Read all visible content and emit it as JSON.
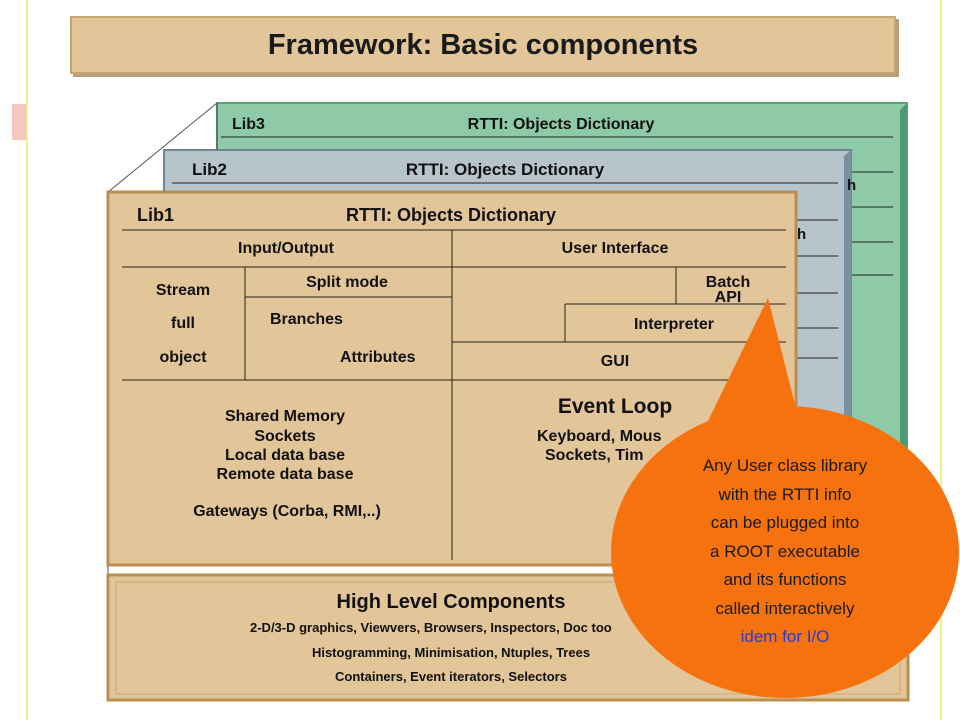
{
  "title": "Framework: Basic components",
  "colors": {
    "lib3": "#8ec9a8",
    "lib2": "#b7c4cc",
    "lib1": "#e2c598",
    "callout": "#f5720e",
    "idem": "#2b3bd1"
  },
  "lib3": {
    "name": "Lib3",
    "rtti": "RTTI: Objects Dictionary",
    "partial": "h"
  },
  "lib2": {
    "name": "Lib2",
    "rtti": "RTTI: Objects Dictionary",
    "partial": "h"
  },
  "lib1": {
    "name": "Lib1",
    "rtti": "RTTI: Objects Dictionary",
    "io": "Input/Output",
    "ui": "User Interface",
    "stream": [
      "Stream",
      "full",
      "object"
    ],
    "split_mode": "Split mode",
    "branches": "Branches",
    "attributes": "Attributes",
    "batch": "Batch",
    "api": "API",
    "interpreter": "Interpreter",
    "gui": "GUI",
    "services": [
      "Shared Memory",
      "Sockets",
      "Local data base",
      "Remote data base"
    ],
    "gateways": "Gateways (Corba, RMI,..)",
    "event_loop": "Event Loop",
    "event_lines": [
      "Keyboard, Mous",
      "Sockets, Tim"
    ]
  },
  "high_level": {
    "title": "High Level Components",
    "lines": [
      "2-D/3-D graphics, Viewvers, Browsers, Inspectors, Doc too",
      "Histogramming, Minimisation, Ntuples, Trees",
      "Containers, Event iterators, Selectors"
    ]
  },
  "callout": {
    "lines": [
      "Any User class library",
      "with the RTTI info",
      "can be plugged into",
      "a ROOT executable",
      "and its functions",
      "called interactively"
    ],
    "highlight": "idem for I/O"
  }
}
